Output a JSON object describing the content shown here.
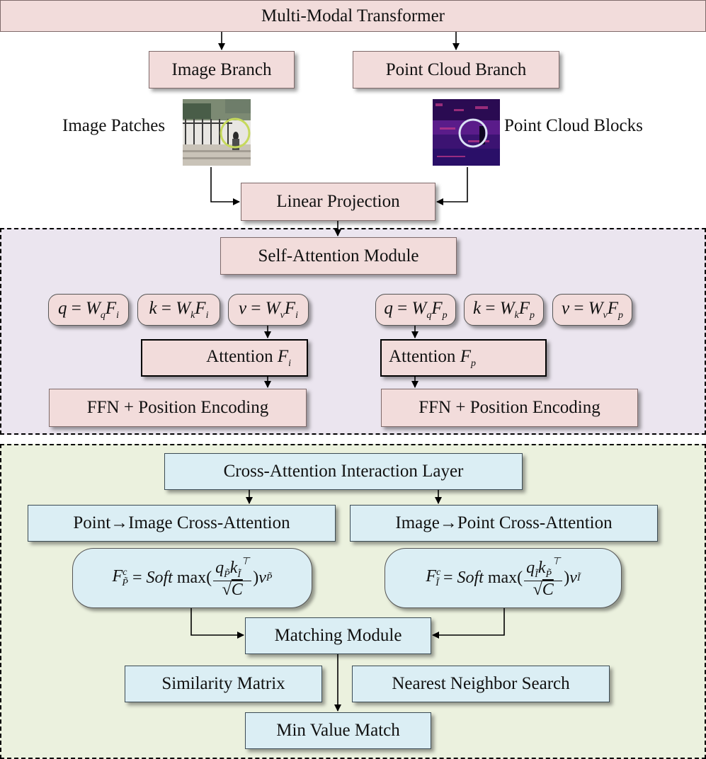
{
  "title": "Multi-Modal Transformer",
  "branches": {
    "image": "Image Branch",
    "point_cloud": "Point Cloud Branch"
  },
  "inputs": {
    "image_patches": "Image Patches",
    "point_cloud_blocks": "Point Cloud Blocks"
  },
  "linear_projection": "Linear Projection",
  "self_attention": {
    "module": "Self-Attention Module",
    "attention_label": "Attention",
    "ffn_left": "FFN + Position Encoding",
    "ffn_right": "FFN + Position Encoding"
  },
  "cross_attention": {
    "layer": "Cross-Attention Interaction Layer",
    "point_to_image": "Point→Image Cross-Attention",
    "image_to_point": "Image→Point Cross-Attention"
  },
  "matching": {
    "module": "Matching Module",
    "similarity": "Similarity Matrix",
    "nearest": "Nearest Neighbor Search",
    "min_value": "Min Value Match"
  },
  "colors": {
    "pink": "#f2dcdb",
    "blue": "#dbeef4",
    "purple_region": "#ebe5ef",
    "green_region": "#ebf1de"
  }
}
